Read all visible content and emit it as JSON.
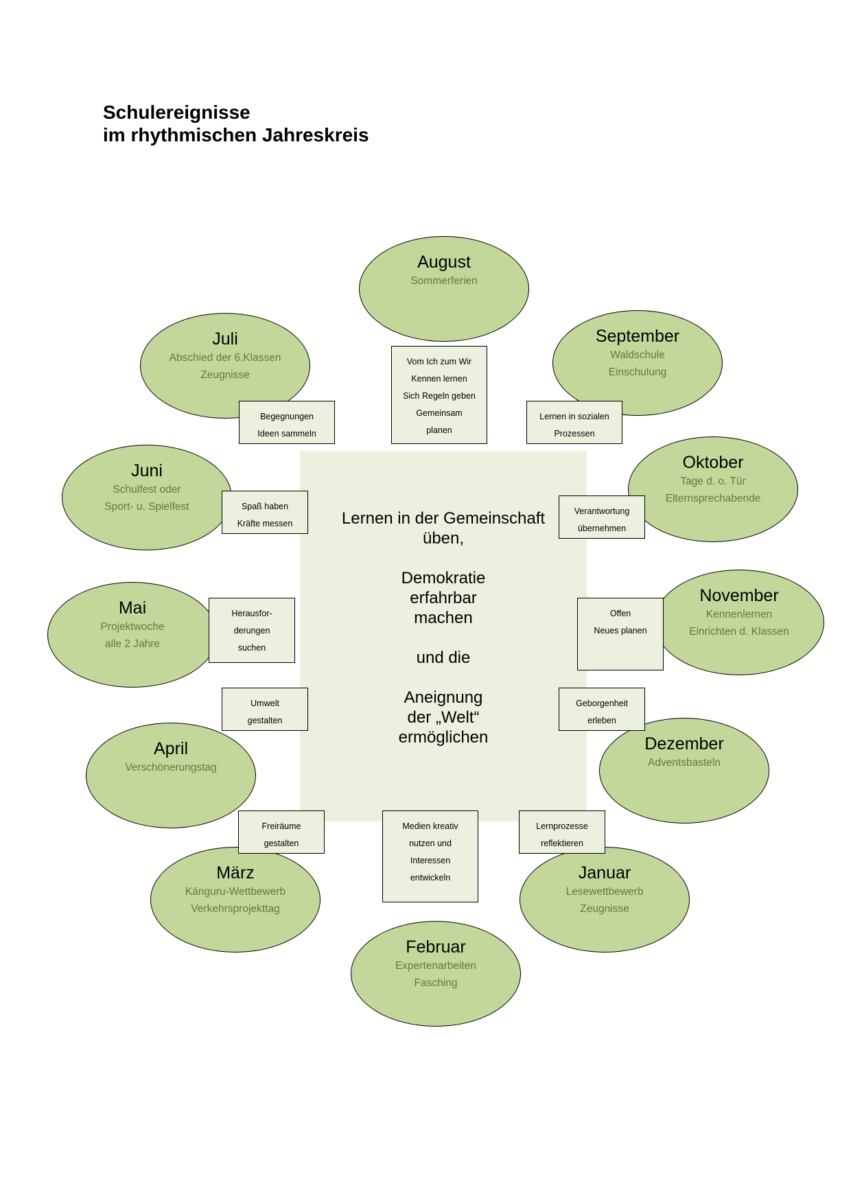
{
  "title": {
    "line1": "Schulereignisse",
    "line2": "im rhythmischen Jahreskreis"
  },
  "center": {
    "lines": [
      "Lernen in der Gemeinschaft",
      "üben,",
      "",
      "Demokratie",
      "erfahrbar",
      "machen",
      "",
      "und die",
      "",
      "Aneignung",
      "der „Welt“",
      "ermöglichen"
    ]
  },
  "months": {
    "august": {
      "name": "August",
      "events": [
        "Sommerferien"
      ]
    },
    "september": {
      "name": "September",
      "events": [
        "Waldschule",
        "Einschulung"
      ]
    },
    "oktober": {
      "name": "Oktober",
      "events": [
        "Tage d. o. Tür",
        "Elternsprechabende"
      ]
    },
    "november": {
      "name": "November",
      "events": [
        "Kennenlernen",
        "Einrichten d. Klassen"
      ]
    },
    "dezember": {
      "name": "Dezember",
      "events": [
        "Adventsbasteln"
      ]
    },
    "januar": {
      "name": "Januar",
      "events": [
        "Lesewettbewerb",
        "Zeugnisse"
      ]
    },
    "februar": {
      "name": "Februar",
      "events": [
        "Expertenarbeiten",
        "Fasching"
      ]
    },
    "maerz": {
      "name": "März",
      "events": [
        "Känguru-Wettbewerb",
        "Verkehrsprojekttag"
      ]
    },
    "april": {
      "name": "April",
      "events": [
        "Verschönerungstag"
      ]
    },
    "mai": {
      "name": "Mai",
      "events": [
        "Projektwoche",
        "alle 2 Jahre"
      ]
    },
    "juni": {
      "name": "Juni",
      "events": [
        "Schulfest oder",
        "Sport- u. Spielfest"
      ]
    },
    "juli": {
      "name": "Juli",
      "events": [
        "Abschied der 6.Klassen",
        "Zeugnisse"
      ]
    }
  },
  "notes": {
    "top": [
      "Vom Ich zum Wir",
      "Kennen lernen",
      "Sich Regeln geben",
      "Gemeinsam",
      "planen"
    ],
    "top_right": [
      "Lernen in sozialen",
      "Prozessen"
    ],
    "right_upper": [
      "Verantwortung",
      "übernehmen"
    ],
    "right_middle": [
      "Offen",
      "Neues planen"
    ],
    "right_lower": [
      "Geborgenheit",
      "erleben"
    ],
    "bottom_right": [
      "Lernprozesse",
      "reflektieren"
    ],
    "bottom": [
      "Medien kreativ",
      "nutzen und",
      "Interessen",
      "entwickeln"
    ],
    "bottom_left": [
      "Freiräume",
      "gestalten"
    ],
    "left_lower": [
      "Umwelt",
      "gestalten"
    ],
    "left_middle": [
      "Herausfor-",
      "derungen",
      "suchen"
    ],
    "left_upper": [
      "Spaß haben",
      "Kräfte messen"
    ],
    "top_left": [
      "Begegnungen",
      "Ideen sammeln"
    ]
  }
}
